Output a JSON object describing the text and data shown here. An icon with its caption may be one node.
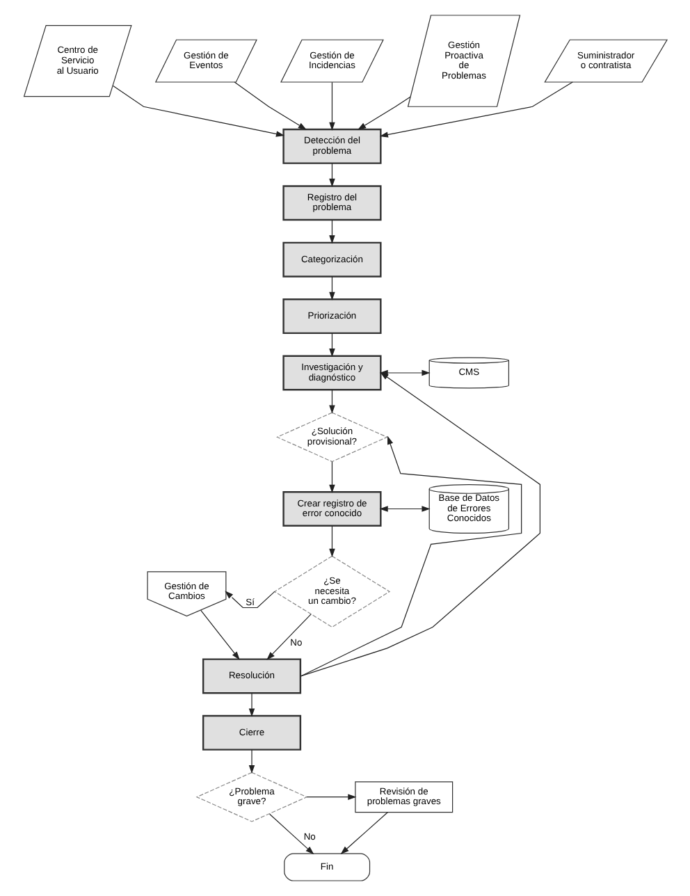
{
  "diagram": {
    "nodes": [
      {
        "text": [
          "Centro de Servicio al Usuario"
        ]
      },
      {
        "text": [
          "Gestión de Eventos"
        ]
      },
      {
        "text": [
          "Gestión de Incidencias"
        ]
      },
      {
        "text": [
          "Gestión Proactiva de Problemas"
        ]
      },
      {
        "text": [
          "Suministrador o contratista"
        ]
      },
      {
        "text": [
          "Detección del problema"
        ]
      },
      {
        "text": [
          "Registro del problema"
        ]
      },
      {
        "text": [
          "Categorización"
        ]
      },
      {
        "text": [
          "Priorización"
        ]
      },
      {
        "text": [
          "Investigación y diagnóstico"
        ]
      },
      {
        "text": [
          "CMS"
        ]
      },
      {
        "text": [
          "¿Solución provisional?"
        ]
      },
      {
        "text": [
          "Crear registro de error conocido"
        ]
      },
      {
        "text": [
          "Base de Datos de Errores Conocidos"
        ]
      },
      {
        "text": [
          "Gestión de Cambios"
        ]
      },
      {
        "text": [
          "¿Se necesita un cambio?"
        ]
      },
      {
        "text": [
          "Resolución"
        ]
      },
      {
        "text": [
          "Cierre"
        ]
      },
      {
        "text": [
          "¿Problema grave?"
        ]
      },
      {
        "text": [
          "Revisión de problemas graves"
        ]
      },
      {
        "text": [
          "Fin"
        ]
      }
    ],
    "edges": [
      {
        "from": 0,
        "to": 5,
        "arrow": "to"
      },
      {
        "from": 1,
        "to": 5,
        "arrow": "to"
      },
      {
        "from": 2,
        "to": 5,
        "arrow": "to"
      },
      {
        "from": 3,
        "to": 5,
        "arrow": "to"
      },
      {
        "from": 4,
        "to": 5,
        "arrow": "to"
      },
      {
        "from": 5,
        "to": 6,
        "arrow": "to"
      },
      {
        "from": 6,
        "to": 7,
        "arrow": "to"
      },
      {
        "from": 7,
        "to": 8,
        "arrow": "to"
      },
      {
        "from": 8,
        "to": 9,
        "arrow": "to"
      },
      {
        "from": 9,
        "to": 10,
        "arrow": "both"
      },
      {
        "from": 9,
        "to": 11,
        "arrow": "to"
      },
      {
        "from": 11,
        "to": 12,
        "arrow": "to"
      },
      {
        "from": 12,
        "to": 13,
        "arrow": "both"
      },
      {
        "from": 12,
        "to": 15,
        "arrow": "to"
      },
      {
        "from": 15,
        "to": 14,
        "label": "Sí",
        "arrow": "to"
      },
      {
        "from": 15,
        "to": 16,
        "label": "No",
        "arrow": "to"
      },
      {
        "from": 14,
        "to": 16,
        "arrow": "to"
      },
      {
        "from": 16,
        "to": 9,
        "arrow": "to"
      },
      {
        "from": 16,
        "to": 11,
        "arrow": "to"
      },
      {
        "from": 16,
        "to": 17,
        "arrow": "to"
      },
      {
        "from": 17,
        "to": 18,
        "arrow": "to"
      },
      {
        "from": 18,
        "to": 19,
        "arrow": "to"
      },
      {
        "from": 18,
        "to": 20,
        "label": "No",
        "arrow": "to"
      },
      {
        "from": 19,
        "to": 20,
        "arrow": "to"
      }
    ]
  }
}
